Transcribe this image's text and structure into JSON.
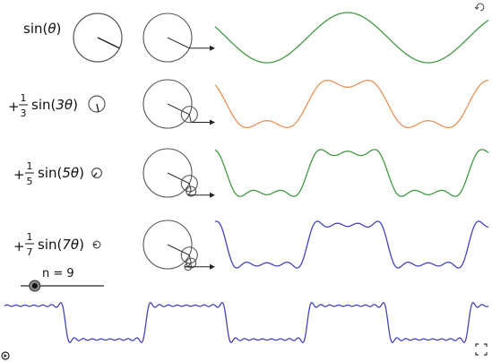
{
  "rows": [
    {
      "prefix": "",
      "coef_num": "",
      "coef_den": "",
      "func": "sin(",
      "arg": "θ",
      "close": ")",
      "k": 1,
      "color": "#449944"
    },
    {
      "prefix": "+",
      "coef_num": "1",
      "coef_den": "3",
      "func": "sin(",
      "arg": "3θ",
      "close": ")",
      "k": 3,
      "color": "#e8935a"
    },
    {
      "prefix": "+",
      "coef_num": "1",
      "coef_den": "5",
      "func": "sin(",
      "arg": "5θ",
      "close": ")",
      "k": 5,
      "color": "#449944"
    },
    {
      "prefix": "+",
      "coef_num": "1",
      "coef_den": "7",
      "func": "sin(",
      "arg": "7θ",
      "close": ")",
      "k": 7,
      "color": "#4444bb"
    }
  ],
  "slider": {
    "label": "n = 9",
    "value": 9,
    "fraction": 0.17
  },
  "sum_color": "#4444bb",
  "icons": {
    "top_right": "refresh-icon",
    "bottom_left": "play-icon",
    "bottom_right": "fullscreen-icon"
  }
}
